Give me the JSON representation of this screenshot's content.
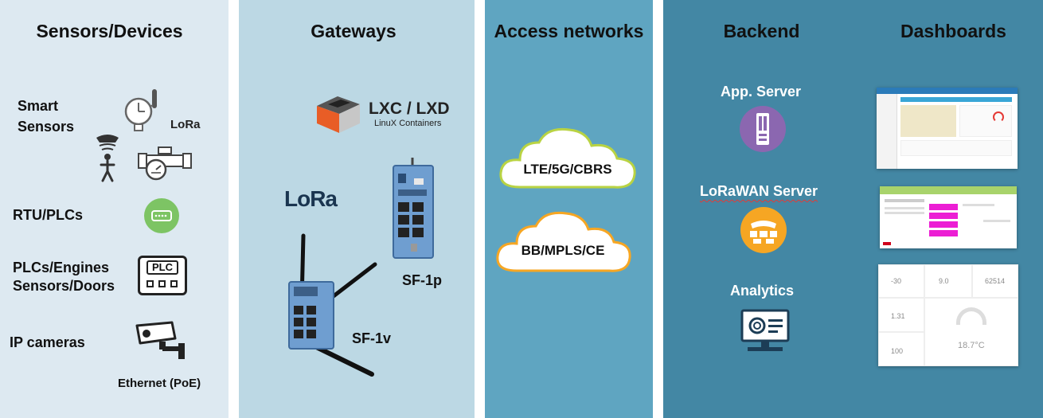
{
  "columns": {
    "sensors": "Sensors/Devices",
    "gateways": "Gateways",
    "access": "Access networks",
    "backend": "Backend",
    "dashboards": "Dashboards"
  },
  "sensors": {
    "smart_line1": "Smart",
    "smart_line2": "Sensors",
    "lora": "LoRa",
    "rtu": "RTU/PLCs",
    "plcs_line1": "PLCs/Engines",
    "plcs_line2": "Sensors/Doors",
    "plc_icon_text": "PLC",
    "cameras": "IP cameras",
    "ethernet": "Ethernet (PoE)"
  },
  "gateways": {
    "lxc": "LXC / LXD",
    "lxc_sub": "LinuX Containers",
    "lora": "LoRa",
    "sf1p": "SF-1p",
    "sf1v": "SF-1v"
  },
  "access": {
    "cloud1": "LTE/5G/CBRS",
    "cloud2": "BB/MPLS/CE"
  },
  "backend": {
    "app_server": "App. Server",
    "lorawan": "LoRaWAN Server",
    "analytics": "Analytics"
  },
  "dashboards": {
    "d3_values": [
      "-30",
      "9.0",
      "62514",
      "1.31",
      "100",
      "18.7°C"
    ]
  },
  "colors": {
    "panel1": "#dde9f1",
    "panel2": "#bcd8e4",
    "panel3": "#5fa5c1",
    "panel4": "#4387a4",
    "app_server_icon": "#8b67b0",
    "lorawan_icon": "#f6a623",
    "rtu_icon": "#7dc464",
    "cloud_border": "#b9d343"
  }
}
